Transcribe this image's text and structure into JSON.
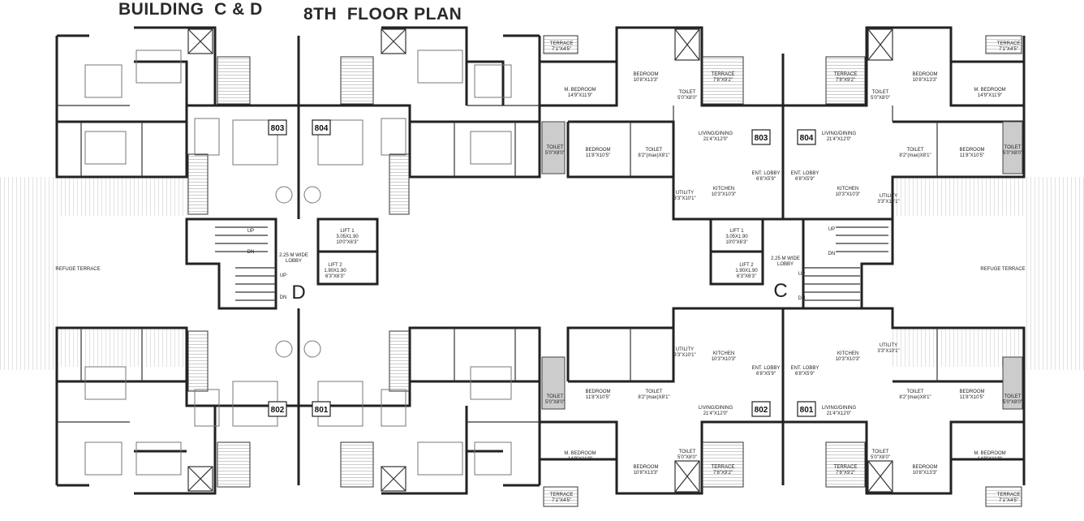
{
  "title": {
    "building": "BUILDING  C & D",
    "floor": "8TH  FLOOR PLAN"
  },
  "blocks": {
    "left": "D",
    "right": "C"
  },
  "refuge": {
    "label": "REFUGE TERRACE"
  },
  "flats": {
    "d_top_right": "803",
    "d_top_left": "804",
    "d_bottom_right": "802",
    "d_bottom_left": "801",
    "c_top_left": "803",
    "c_top_right": "804",
    "c_bottom_left": "802",
    "c_bottom_right": "801"
  },
  "core_d": {
    "lift1": [
      "LIFT 1",
      "3.05X1.90",
      "10'0\"X6'3\""
    ],
    "lift2": [
      "LIFT 2",
      "1.90X1.90",
      "6'3\"X6'3\""
    ],
    "lobby": [
      "2.25 M WIDE",
      "LOBBY"
    ],
    "up": "UP",
    "dn": "DN"
  },
  "core_c": {
    "lift1": [
      "LIFT 1",
      "3.05X1.90",
      "10'0\"X6'3\""
    ],
    "lift2": [
      "LIFT 2",
      "1.90X1.90",
      "6'3\"X6'3\""
    ],
    "lobby": [
      "2.25 M WIDE",
      "LOBBY"
    ],
    "up": "UP",
    "dn": "DN"
  },
  "rooms": {
    "terrace_small": [
      "TERRACE",
      "7'1\"X4'5\""
    ],
    "terrace_large": [
      "TERRACE",
      "7'8\"X9'2\""
    ],
    "bedroom_top": [
      "BEDROOM",
      "10'8\"X13'3\""
    ],
    "m_bedroom": [
      "M. BEDROOM",
      "14'9\"X11'9\""
    ],
    "toilet": [
      "TOILET",
      "5'0\"X8'0\""
    ],
    "toilet_max": [
      "TOILET",
      "8'2\"(max)X8'1\""
    ],
    "bedroom_mid": [
      "BEDROOM",
      "11'8\"X10'5\""
    ],
    "living": [
      "LIVING/DINING",
      "21'4\"X12'0\""
    ],
    "kitchen": [
      "KITCHEN",
      "10'3\"X10'3\""
    ],
    "ent_lobby": [
      "ENT. LOBBY",
      "6'8\"X5'9\""
    ],
    "utility": [
      "UTILITY",
      "3'3\"X10'1\""
    ]
  }
}
